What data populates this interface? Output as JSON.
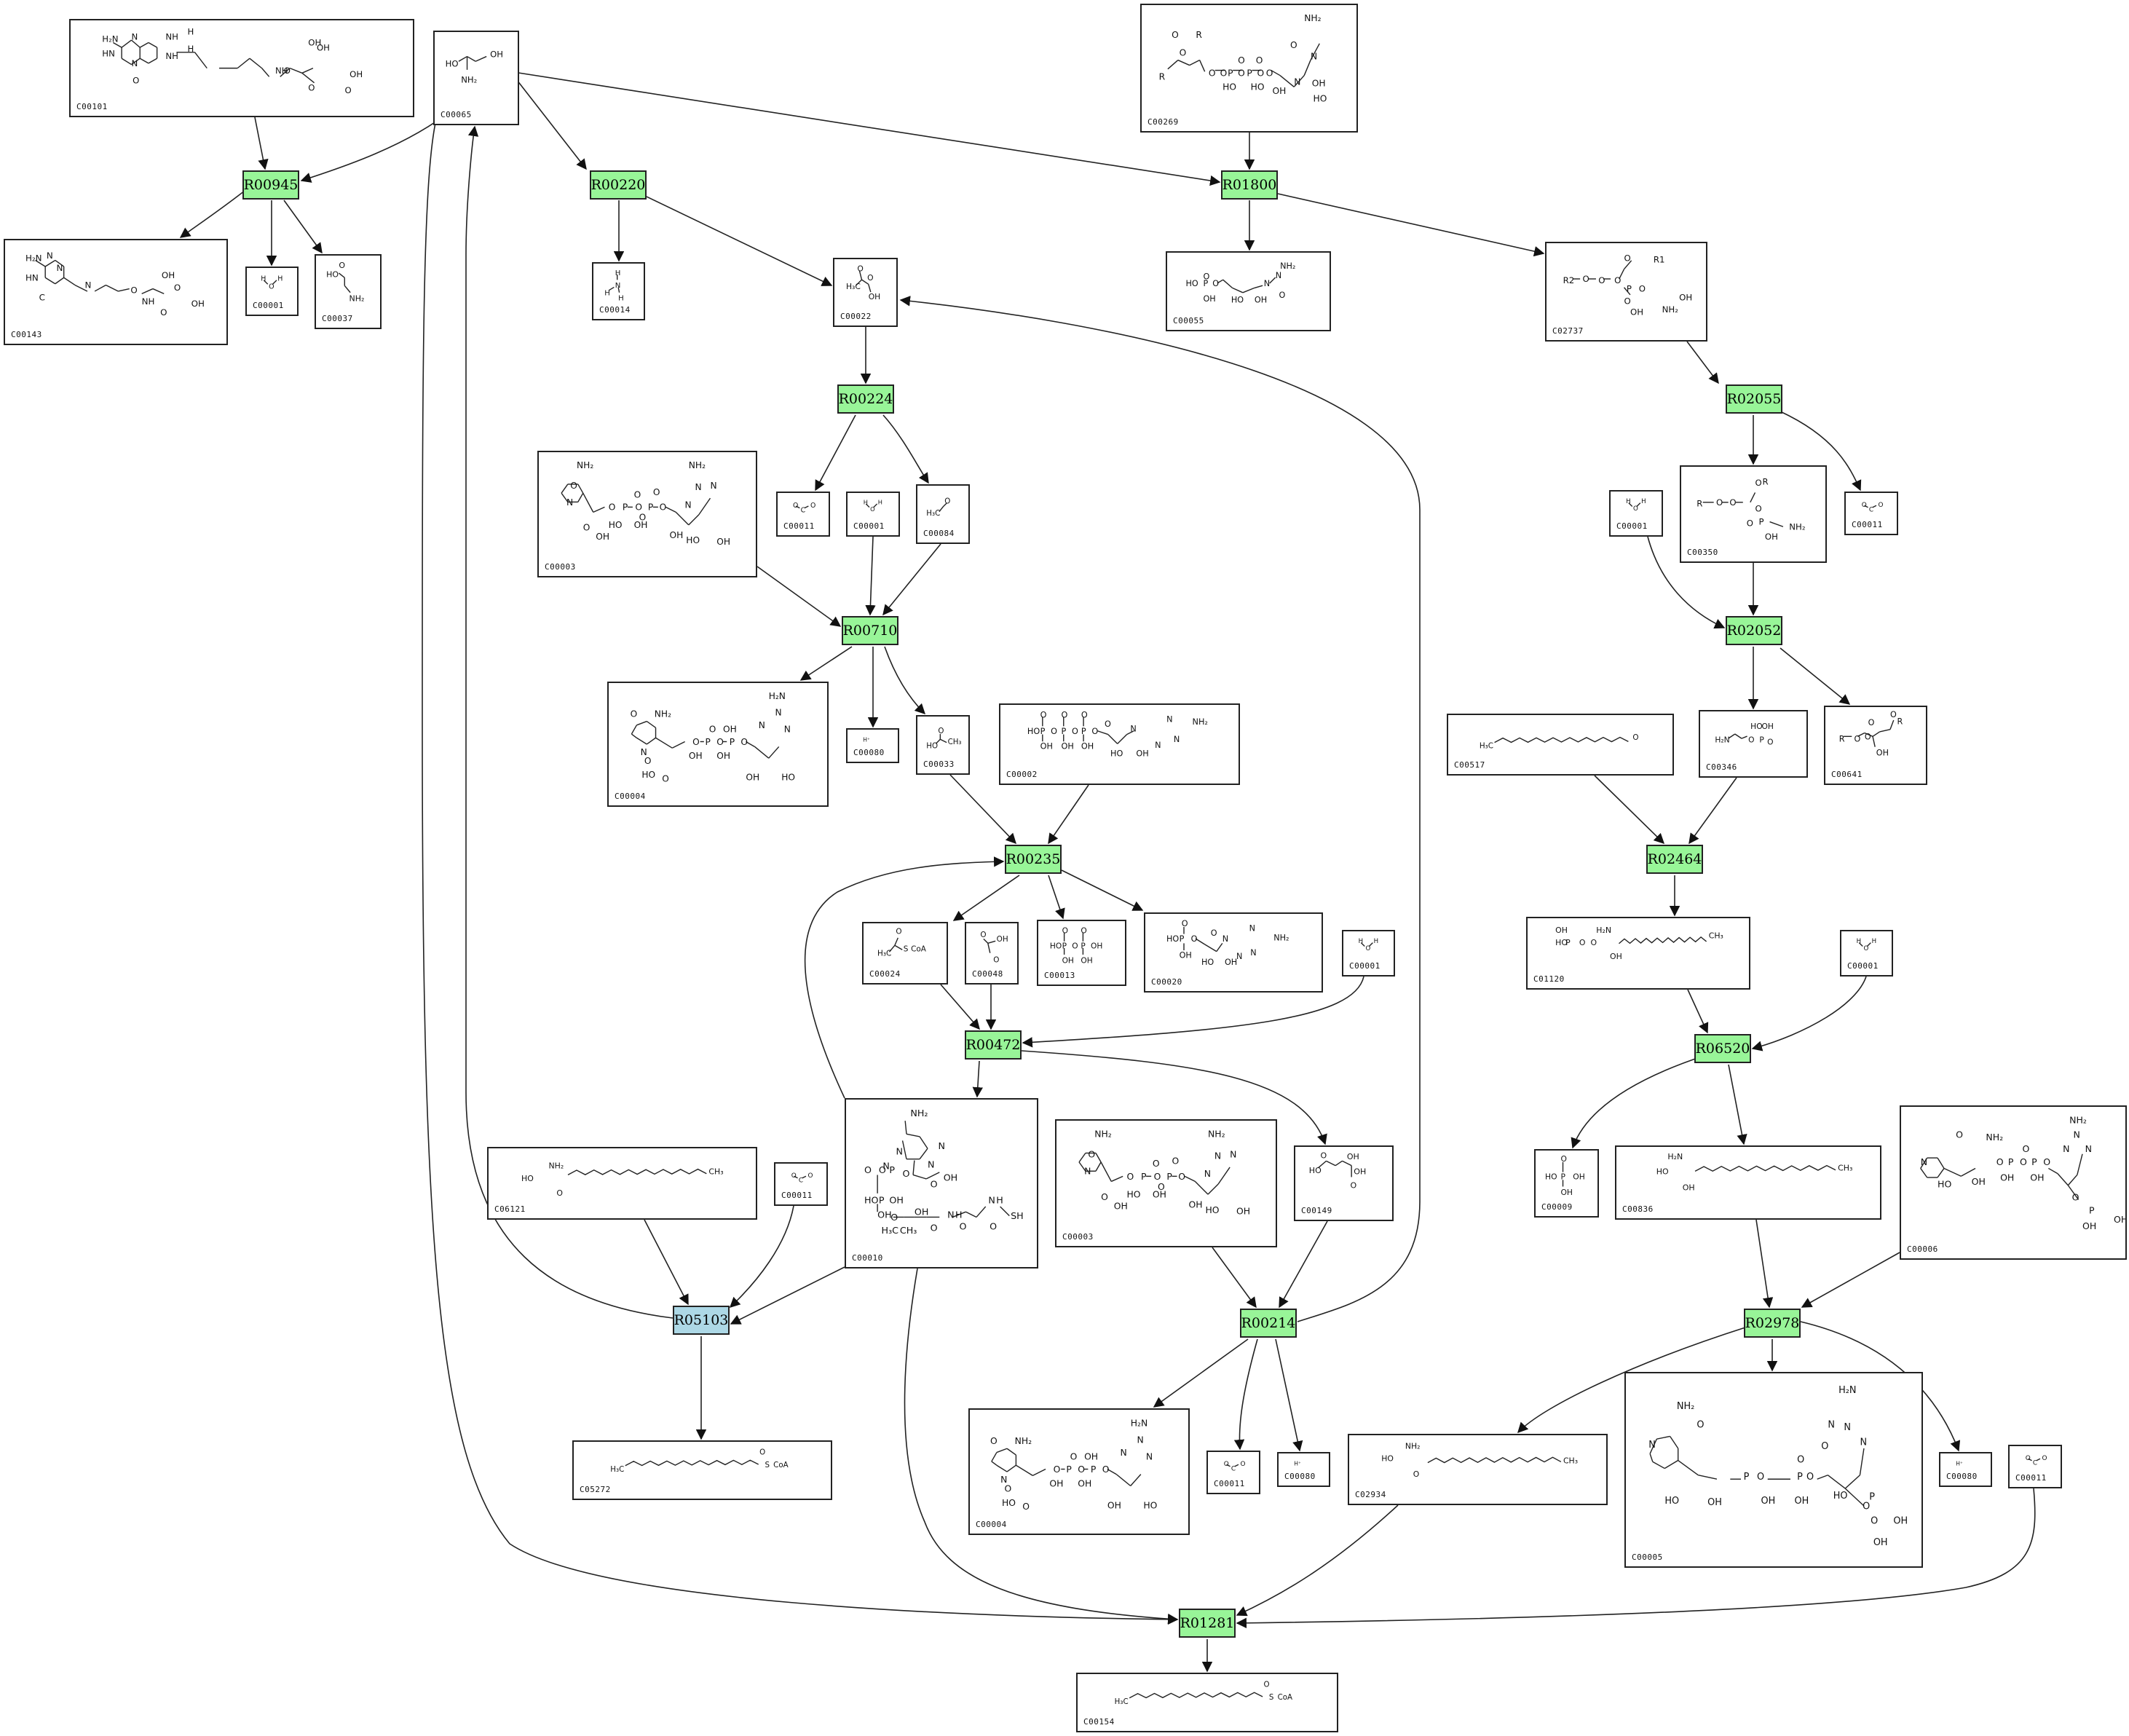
{
  "reactions": [
    {
      "id": "R00945",
      "color": "#98f598"
    },
    {
      "id": "R00220",
      "color": "#98f598"
    },
    {
      "id": "R01800",
      "color": "#98f598"
    },
    {
      "id": "R00224",
      "color": "#98f598"
    },
    {
      "id": "R02055",
      "color": "#98f598"
    },
    {
      "id": "R00710",
      "color": "#98f598"
    },
    {
      "id": "R02052",
      "color": "#98f598"
    },
    {
      "id": "R00235",
      "color": "#98f598"
    },
    {
      "id": "R02464",
      "color": "#98f598"
    },
    {
      "id": "R00472",
      "color": "#98f598"
    },
    {
      "id": "R06520",
      "color": "#98f598"
    },
    {
      "id": "R05103",
      "color": "#add8e6"
    },
    {
      "id": "R00214",
      "color": "#98f598"
    },
    {
      "id": "R02978",
      "color": "#98f598"
    },
    {
      "id": "R01281",
      "color": "#98f598"
    }
  ],
  "compounds": [
    {
      "key": "c00101",
      "id": "C00101"
    },
    {
      "key": "c00065",
      "id": "C00065"
    },
    {
      "key": "c00269",
      "id": "C00269"
    },
    {
      "key": "c00143",
      "id": "C00143"
    },
    {
      "key": "c00001a",
      "id": "C00001"
    },
    {
      "key": "c00037",
      "id": "C00037"
    },
    {
      "key": "c00014",
      "id": "C00014"
    },
    {
      "key": "c00022",
      "id": "C00022"
    },
    {
      "key": "c00055",
      "id": "C00055"
    },
    {
      "key": "c02737",
      "id": "C02737"
    },
    {
      "key": "c00003a",
      "id": "C00003"
    },
    {
      "key": "c00011a",
      "id": "C00011"
    },
    {
      "key": "c00001b",
      "id": "C00001"
    },
    {
      "key": "c00084",
      "id": "C00084"
    },
    {
      "key": "c00001c",
      "id": "C00001"
    },
    {
      "key": "c00350",
      "id": "C00350"
    },
    {
      "key": "c00011b",
      "id": "C00011"
    },
    {
      "key": "c00004a",
      "id": "C00004"
    },
    {
      "key": "c00080a",
      "id": "C00080"
    },
    {
      "key": "c00033",
      "id": "C00033"
    },
    {
      "key": "c00002",
      "id": "C00002"
    },
    {
      "key": "c00517",
      "id": "C00517"
    },
    {
      "key": "c00346",
      "id": "C00346"
    },
    {
      "key": "c00641",
      "id": "C00641"
    },
    {
      "key": "c00024",
      "id": "C00024"
    },
    {
      "key": "c00048",
      "id": "C00048"
    },
    {
      "key": "c00013",
      "id": "C00013"
    },
    {
      "key": "c00020",
      "id": "C00020"
    },
    {
      "key": "c00001d",
      "id": "C00001"
    },
    {
      "key": "c01120",
      "id": "C01120"
    },
    {
      "key": "c00001e",
      "id": "C00001"
    },
    {
      "key": "c06121",
      "id": "C06121"
    },
    {
      "key": "c00011c",
      "id": "C00011"
    },
    {
      "key": "c00010",
      "id": "C00010"
    },
    {
      "key": "c00003b",
      "id": "C00003"
    },
    {
      "key": "c00149",
      "id": "C00149"
    },
    {
      "key": "c00009",
      "id": "C00009"
    },
    {
      "key": "c00836",
      "id": "C00836"
    },
    {
      "key": "c00006",
      "id": "C00006"
    },
    {
      "key": "c05272",
      "id": "C05272"
    },
    {
      "key": "c00004b",
      "id": "C00004"
    },
    {
      "key": "c00011d",
      "id": "C00011"
    },
    {
      "key": "c00080b",
      "id": "C00080"
    },
    {
      "key": "c02934",
      "id": "C02934"
    },
    {
      "key": "c00005",
      "id": "C00005"
    },
    {
      "key": "c00080c",
      "id": "C00080"
    },
    {
      "key": "c00011e",
      "id": "C00011"
    },
    {
      "key": "c00154",
      "id": "C00154"
    }
  ],
  "structures": {
    "h2o": [
      "H",
      "O",
      "H"
    ],
    "h_plus": "H⁺",
    "nh3": [
      "H",
      "N",
      "H",
      "H"
    ],
    "co2": [
      "O",
      "C",
      "O"
    ],
    "c00065": [
      "HO",
      "OH",
      "NH₂"
    ],
    "c00037": [
      "HO",
      "O",
      "NH₂"
    ],
    "c00022": [
      "O",
      "H₃C",
      "O",
      "OH"
    ],
    "c00084": [
      "H₃C",
      "O"
    ],
    "c00033": [
      "HO",
      "CH₃",
      "O"
    ],
    "c00048": [
      "O",
      "OH",
      "O"
    ],
    "c00013": [
      "O",
      "O",
      "HO",
      "P",
      "O",
      "P",
      "OH",
      "OH",
      "OH"
    ],
    "c00024": [
      "O",
      "H₃C",
      "S",
      "CoA"
    ],
    "c00009": [
      "O",
      "HO",
      "P",
      "OH",
      "OH"
    ],
    "c00149": [
      "O",
      "OH",
      "HO",
      "OH",
      "O"
    ],
    "c00346": [
      "H₂N",
      "O",
      "P",
      "OH",
      "HO",
      "O"
    ],
    "c00641": [
      "R",
      "O",
      "O",
      "O",
      "R",
      "OH",
      "O"
    ],
    "c00517": [
      "H₃C",
      "O"
    ],
    "c05272": [
      "H₃C",
      "O",
      "S",
      "CoA"
    ],
    "c00154": [
      "H₃C",
      "O",
      "S",
      "CoA"
    ],
    "c06121": [
      "HO",
      "NH₂",
      "O",
      "CH₃"
    ],
    "c01120": [
      "OH",
      "HO",
      "P",
      "O",
      "O",
      "H₂N",
      "OH",
      "CH₃"
    ],
    "c00836": [
      "H₂N",
      "HO",
      "OH",
      "CH₃"
    ],
    "c02934": [
      "HO",
      "NH₂",
      "O",
      "CH₃"
    ],
    "c00055": [
      "O",
      "HO",
      "P",
      "O",
      "OH",
      "N",
      "NH₂",
      "HO",
      "OH",
      "N",
      "O"
    ],
    "c02737": [
      "O",
      "R1",
      "R2",
      "O",
      "O",
      "O",
      "O",
      "P",
      "O",
      "OH",
      "OH",
      "NH₂"
    ],
    "c00350": [
      "O",
      "R",
      "R",
      "O",
      "O",
      "O",
      "O",
      "P",
      "NH₂",
      "OH"
    ],
    "c00269": [
      "O",
      "R",
      "O",
      "R",
      "O",
      "O",
      "P",
      "O",
      "P",
      "O",
      "O",
      "HO",
      "O",
      "O",
      "HO",
      "OH",
      "N",
      "NH₂",
      "N",
      "O",
      "HO",
      "OH"
    ],
    "c00101": [
      "H₂N",
      "N",
      "NH",
      "H",
      "H",
      "HN",
      "N",
      "NH",
      "O",
      "OH",
      "NH",
      "O",
      "O",
      "OH",
      "O",
      "OH"
    ],
    "c00143": [
      "H₂N",
      "N",
      "HN",
      "N",
      "C",
      "N",
      "OH",
      "O",
      "NH",
      "O",
      "O",
      "OH"
    ],
    "nad": [
      "O",
      "NH₂",
      "NH₂",
      "N",
      "N",
      "N",
      "N",
      "O",
      "P",
      "O",
      "P",
      "O",
      "O",
      "O",
      "HO",
      "OH",
      "OH",
      "OH",
      "HO",
      "OH",
      "O",
      "O"
    ],
    "nadh": [
      "NH₂",
      "O",
      "H₂N",
      "N",
      "N",
      "N",
      "N",
      "O",
      "P",
      "O",
      "P",
      "O",
      "O",
      "HO",
      "OH",
      "OH",
      "OH",
      "HO",
      "OH",
      "O",
      "O"
    ],
    "nadp": [
      "O",
      "NH₂",
      "NH₂",
      "N",
      "N",
      "N",
      "N",
      "O",
      "P",
      "O",
      "P",
      "O",
      "O",
      "HO",
      "OH",
      "OH",
      "OH",
      "O",
      "P",
      "OH",
      "OH"
    ],
    "nadph": [
      "NH₂",
      "O",
      "H₂N",
      "N",
      "N",
      "N",
      "N",
      "O",
      "P",
      "O",
      "P",
      "O",
      "O",
      "HO",
      "OH",
      "OH",
      "OH",
      "HO",
      "O",
      "P",
      "O",
      "OH",
      "OH"
    ],
    "atp": [
      "O",
      "O",
      "O",
      "HO",
      "P",
      "O",
      "P",
      "O",
      "P",
      "O",
      "OH",
      "OH",
      "OH",
      "N",
      "N",
      "NH₂",
      "N",
      "N",
      "HO",
      "OH",
      "O"
    ],
    "amp": [
      "O",
      "HO",
      "P",
      "O",
      "OH",
      "N",
      "N",
      "NH₂",
      "N",
      "N",
      "HO",
      "OH",
      "O"
    ],
    "coa": [
      "NH₂",
      "N",
      "N",
      "N",
      "N",
      "O",
      "O",
      "P",
      "O",
      "HO",
      "P",
      "OH",
      "O",
      "OH",
      "OH",
      "O",
      "H₃C",
      "CH₃",
      "OH",
      "N",
      "H",
      "N",
      "H",
      "O",
      "O",
      "O",
      "SH"
    ]
  }
}
